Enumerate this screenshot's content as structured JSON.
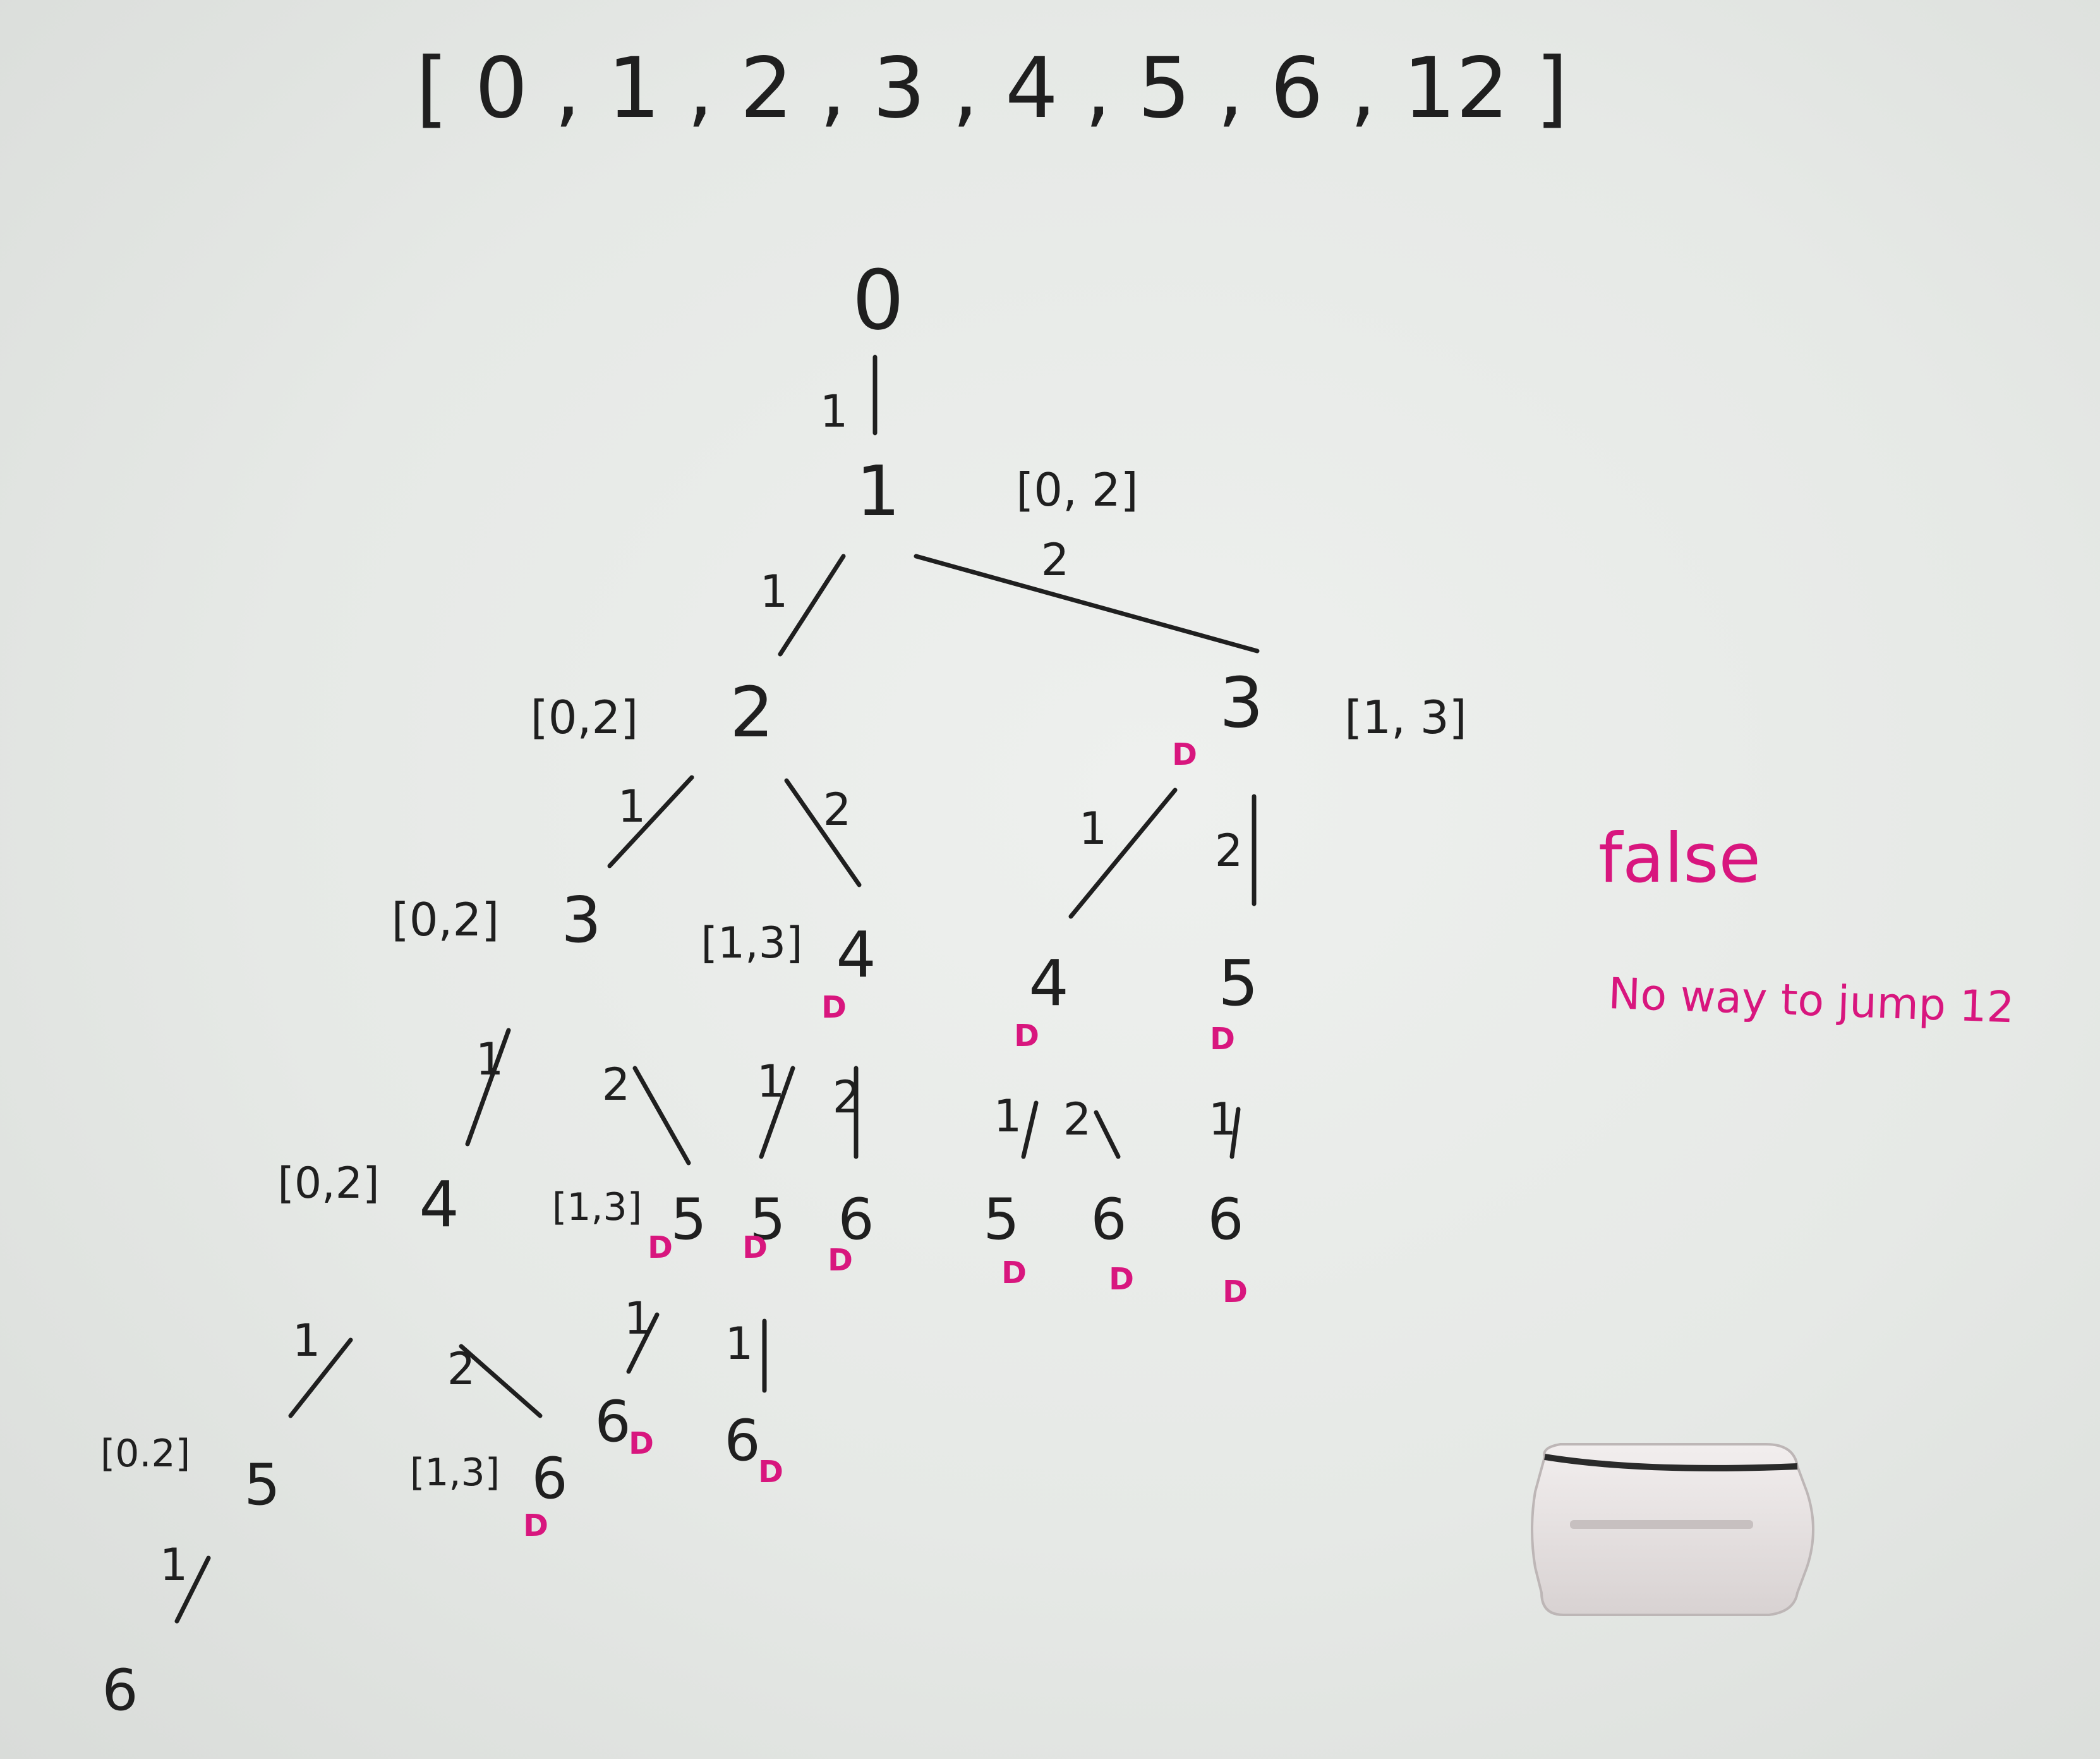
{
  "array_title": "[ 0 , 1 , 2 , 3 , 4 , 5 , 6 , 12 ]",
  "colors": {
    "ink": "#1f1f1f",
    "marker_pink": "#d8167e",
    "board": "#e8ebe8"
  },
  "nodes": {
    "n0": "0",
    "n1": "1",
    "n2": "2",
    "n3r": "3",
    "n3l": "3",
    "n4m": "4",
    "n4r": "4",
    "n5r": "5",
    "n4ll": "4",
    "n5a": "5",
    "n5b": "5",
    "n6a": "6",
    "n5c": "5",
    "n6b": "6",
    "n6c": "6",
    "n5d": "5",
    "n6d": "6",
    "n6e": "6",
    "n6f": "6",
    "n6g": "6"
  },
  "ranges": {
    "r1": "[0, 2]",
    "r2": "[0,2]",
    "r3r": "[1, 3]",
    "r3l": "[0,2]",
    "r4m": "[1,3]",
    "r4ll": "[0,2]",
    "r5a": "[1,3]",
    "r5d": "[0.2]",
    "r6d": "[1,3]"
  },
  "edge_labels": {
    "e01": "1",
    "e12": "1",
    "e13": "2",
    "e23": "1",
    "e24": "2",
    "e3_4": "1",
    "e3_5": "2",
    "e3l_4": "1",
    "e3l_5": "2",
    "e4m_5": "1",
    "e4m_6": "2",
    "e4r_5": "1",
    "e4r_6": "2",
    "e5r_6": "1",
    "e4ll_5": "1",
    "e4ll_6": "2",
    "e5a_6": "1",
    "e5b_6": "1",
    "e5d_6": "1"
  },
  "dead_marker": "D",
  "result": "false",
  "reason": "No way to jump 12"
}
